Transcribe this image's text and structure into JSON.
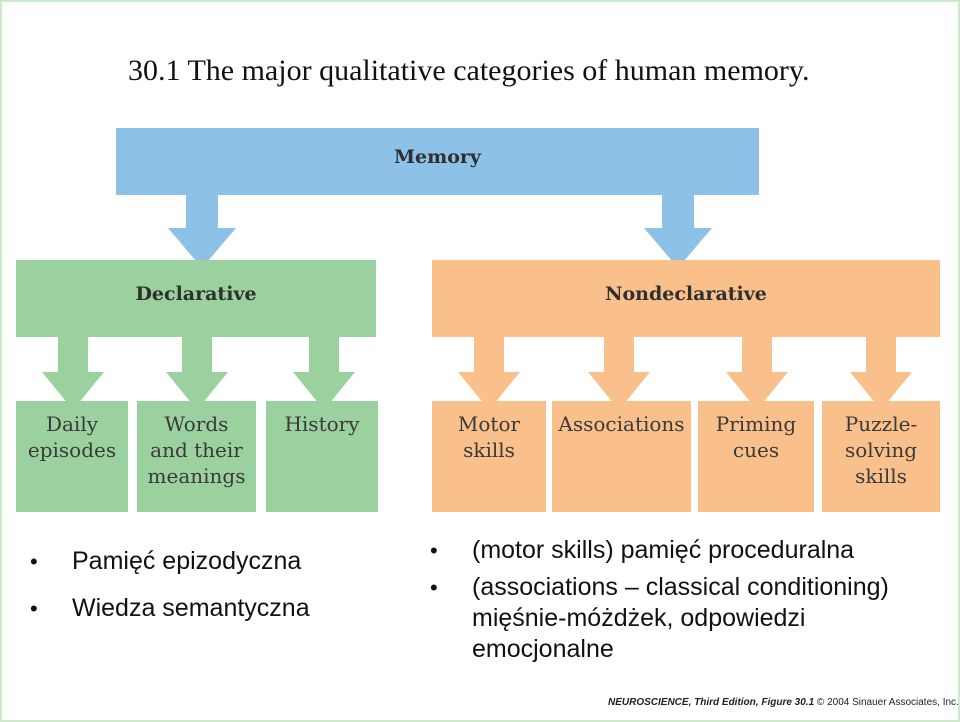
{
  "title": "30.1  The major qualitative categories of human memory.",
  "diagram": {
    "root": "Memory",
    "declarative": {
      "label": "Declarative",
      "children": [
        "Daily\nepisodes",
        "Words\nand their\nmeanings",
        "History"
      ]
    },
    "nondeclarative": {
      "label": "Nondeclarative",
      "children": [
        "Motor\nskills",
        "Associations",
        "Priming\ncues",
        "Puzzle-\nsolving\nskills"
      ]
    }
  },
  "notes_left": [
    "Pamięć epizodyczna",
    "Wiedza semantyczna"
  ],
  "notes_right": [
    "(motor skills) pamięć proceduralna",
    "(associations – classical conditioning)\nmięśnie-móżdżek, odpowiedzi\nemocjonalne"
  ],
  "credit": {
    "book": "NEUROSCIENCE, Third Edition, Figure 30.1",
    "copyright": "© 2004 Sinauer Associates, Inc."
  },
  "colors": {
    "memory": "#8ec1e8",
    "declarative": "#9ad19e",
    "nondeclarative": "#f9c08b"
  }
}
